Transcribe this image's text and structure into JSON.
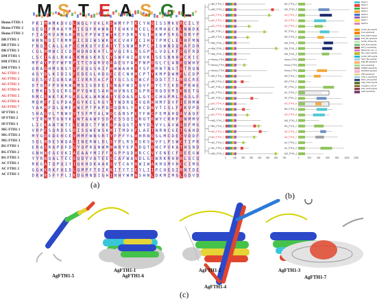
{
  "panels": {
    "a": {
      "caption": "(a)",
      "logo_letters": [
        "M",
        "S",
        "T",
        "E",
        "A",
        "S",
        "G",
        "L"
      ],
      "sequence_names": [
        "Homo FTH1 1",
        "Homo FTH1 2",
        "Homo FTH1 3",
        "DR FTH1 1",
        "DR FTH1 2",
        "DR FTH1 3",
        "DM FTH1 1",
        "DM FTH1 2",
        "DM FTH1 3",
        "AG FTH1 1",
        "AG FTH1 2",
        "AG FTH1 3",
        "AG FTH1 4",
        "AG FTH1 5",
        "AG FTH1 6",
        "AG FTH1 7",
        "SP FTH1 1",
        "SP FTH1 2",
        "SP FTH1 3",
        "MG FTH1 1",
        "MG FTH1 2",
        "MG FTH1 3",
        "BG FTH1 1",
        "BG FTH1 2",
        "BG FTH1 3",
        "AC FTH1 1",
        "AC FTH1 2",
        "AC FTH1 3"
      ],
      "highlighted_prefix": "AG"
    },
    "b": {
      "caption": "(b)",
      "tree_labels_left": [
        "BG_FTH1_2",
        "MG_FTH1_2",
        "AG_FTH1_2",
        "AG_FTH1_1",
        "AG_FTH1_3",
        "SP_FTH1_1",
        "DR_FTH1_3",
        "DM_FTH1_1",
        "DM_FTH1_2",
        "DM_FTH1_3",
        "Homo_FTH1_1",
        "Homo_FTH1_2",
        "Homo_FTH1_3",
        "DR_FTH1_1",
        "DR_FTH1_2",
        "SP_FTH1_3",
        "AC_FTH1_2",
        "SP_FTH1_2",
        "AG_FTH1_6",
        "BG_FTH1_3",
        "AG_FTH1_5",
        "MG_FTH1_3",
        "BG_FTH1_1",
        "AG_FTH1_4",
        "AG_FTH1_7",
        "AC_FTH1_1",
        "AC_FTH1_3",
        "MG_FTH1_1"
      ],
      "motif_legend": [
        "Motif 1",
        "Motif 2",
        "Motif 3",
        "Motif 4",
        "Motif 5",
        "Motif 6",
        "Motif 7",
        "Motif 8"
      ],
      "domain_legend": [
        "Ferritin_like superfamily",
        "FtnA superfamily",
        "DUF_DUF73 superfamily",
        "DUF_2D superfamily",
        "Ferritin_dinase_like superfamily",
        "DUF_PLD superfamily",
        "PPT_N superfamily",
        "Ribosomal_L4p_1 superfamily",
        "Rep_Cge1 superfamily",
        "Ferritin_IRP superfamily",
        "Kelch_like superfamily",
        "PHE_BP superfamily",
        "Fer4 superfamily",
        "SNARE superfamily",
        "DUF4393 superfamily",
        "PDZ superfamily",
        "COG_C superfamily",
        "Rhom_2D superfamily",
        "Ubiq_CTHA superfamily",
        "Complex1_LYR_37 superfamily",
        "DUF_CD10 superfamily",
        "capD superfamily"
      ],
      "axis_ticks": [
        "0",
        "200",
        "400",
        "600",
        "800",
        "1000",
        "1200"
      ]
    },
    "c": {
      "caption": "(c)",
      "structures": [
        "AgFTH1-1",
        "AgFTH1-2",
        "AgFTH1-3",
        "AgFTH1-5",
        "AgFTH1-6",
        "AgFTH1-4",
        "AgFTH1-7"
      ]
    }
  },
  "colors": {
    "highlight_red": "#e0282b",
    "motifs": [
      "#e8433d",
      "#3f6fd1",
      "#47b34a",
      "#f2a93b",
      "#9b59b6",
      "#f4e04d",
      "#4fc7d3",
      "#e47fb3"
    ],
    "helix_blue": "#2b48c8",
    "helix_green": "#45c24a",
    "helix_red": "#e0462d",
    "helix_yellow": "#e6d437",
    "helix_cyan": "#38c7d9"
  }
}
